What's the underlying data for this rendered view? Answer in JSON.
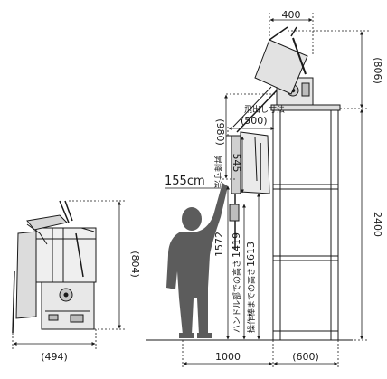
{
  "labels": {
    "w_400": "400",
    "h_806_right": "(806)",
    "proj_jp": "飛出し寸法",
    "proj_500": "(500)",
    "h_980": "(980)",
    "lift_jp": "昇降寸法",
    "h_545": "545",
    "height_155": "155cm",
    "h_1572": "1572",
    "handle_jp": "ハンドル部での高さ",
    "handle_1419": "1419",
    "op_jp": "操作棒までの高さ",
    "op_1613": "1613",
    "h_2400": "2400",
    "w_1000": "1000",
    "w_600": "(600)",
    "h_804_left": "(804)",
    "w_494": "(494)"
  },
  "colors": {
    "line": "#1a1a1a",
    "person": "#5c5c5c",
    "device_fill": "#e6e6e6",
    "device_dark": "#9a9a9a"
  }
}
